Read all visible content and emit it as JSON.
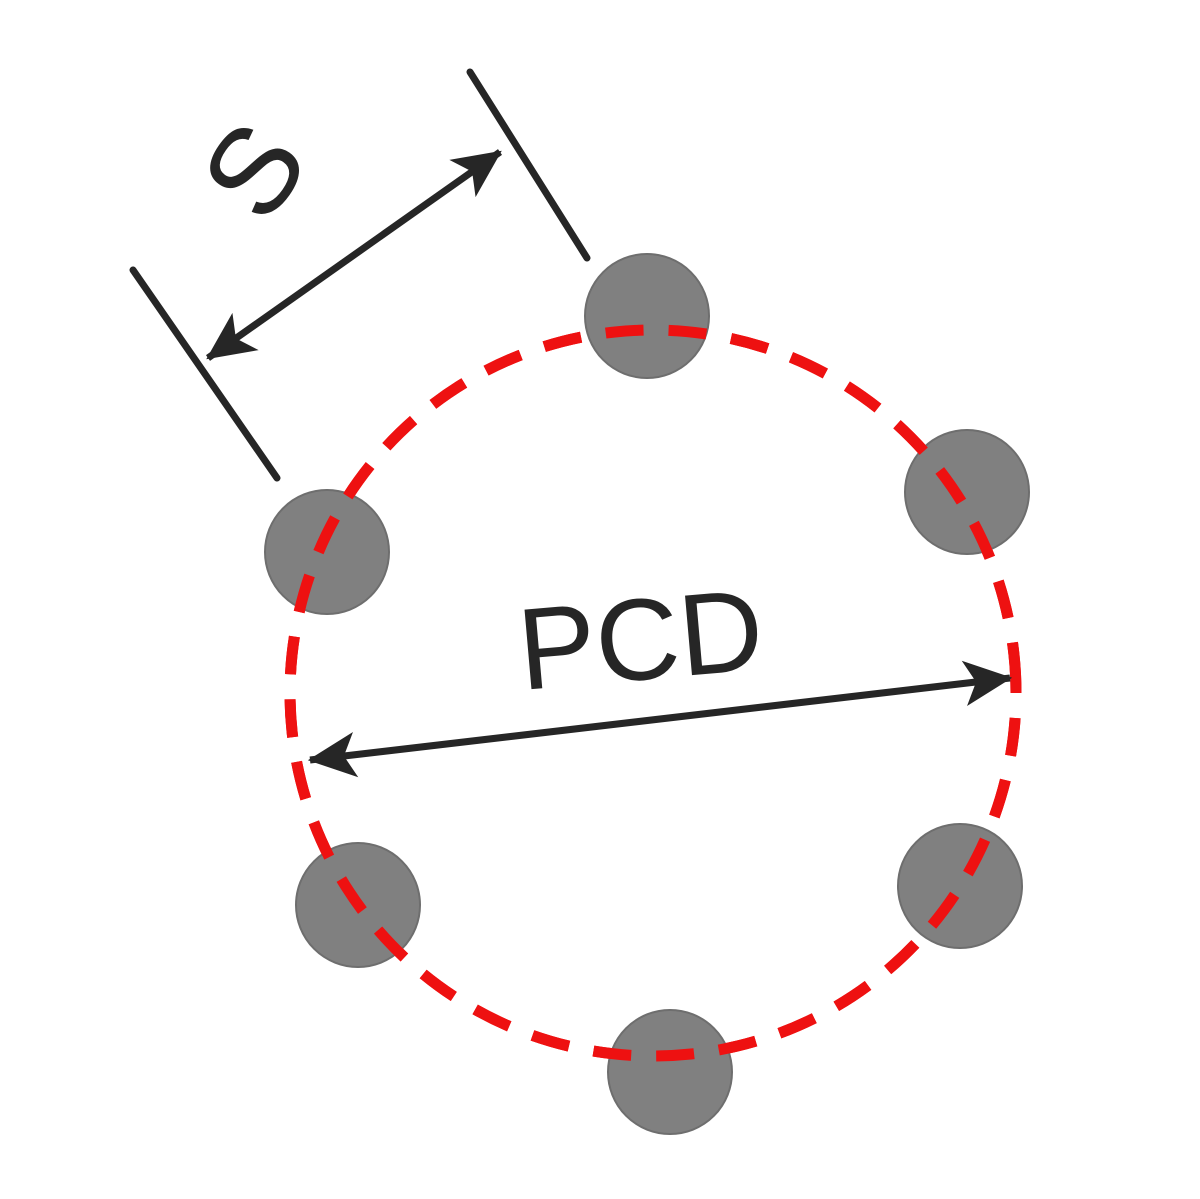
{
  "figure": {
    "title": "Pitch Circle Diameter bolt hole pattern",
    "background_color": "#ffffff"
  },
  "labels": {
    "pcd": "PCD",
    "spacing": "S"
  },
  "colors": {
    "hole_fill": "#808080",
    "hole_stroke": "#6e6e6e",
    "pitch_circle": "#ee1111",
    "dimension_line": "#262626",
    "text": "#262626",
    "background": "#ffffff"
  },
  "chart_data": {
    "type": "scatter",
    "title": "Pitch Circle Diameter bolt hole pattern",
    "xlabel": "",
    "ylabel": "",
    "grid": false,
    "legend": "none",
    "annotations": [
      {
        "name": "pcd-dimension",
        "text": "PCD",
        "description": "Double-headed dimension arrow spanning the pitch circle diameter",
        "from": [
          310,
          760
        ],
        "to": [
          1010,
          678
        ],
        "label_position": [
          520,
          690
        ],
        "label_rotation_deg": -5
      },
      {
        "name": "spacing-dimension",
        "text": "S",
        "description": "Double-headed dimension arrow for centre-to-centre hole spacing",
        "from": [
          208,
          358
        ],
        "to": [
          500,
          152
        ],
        "label_position": [
          278,
          225
        ],
        "label_rotation_deg": -55
      }
    ],
    "pitch_circle": {
      "center": [
        653,
        693
      ],
      "radius": 363,
      "style": "dashed",
      "color": "#ee1111",
      "stroke_width": 11,
      "dash_length": 38,
      "gap_length": 25,
      "rotation_deg": -6
    },
    "holes": {
      "count": 6,
      "radius": 62,
      "fill": "#808080",
      "centers": [
        [
          647,
          316
        ],
        [
          967,
          492
        ],
        [
          960,
          886
        ],
        [
          670,
          1072
        ],
        [
          358,
          905
        ],
        [
          327,
          552
        ]
      ],
      "labels": [
        "hole-1",
        "hole-2",
        "hole-3",
        "hole-4",
        "hole-5",
        "hole-6"
      ]
    },
    "extension_lines": [
      {
        "name": "left-extension-line",
        "from": [
          133,
          270
        ],
        "to": [
          277,
          478
        ]
      },
      {
        "name": "right-extension-line",
        "from": [
          470,
          72
        ],
        "to": [
          587,
          258
        ]
      }
    ]
  }
}
